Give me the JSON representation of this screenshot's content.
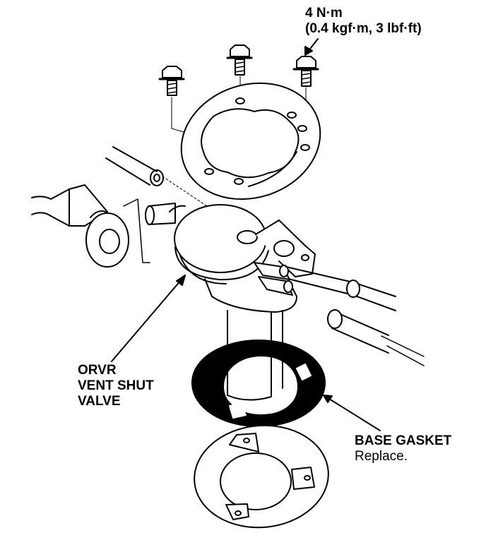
{
  "torque": {
    "value": "4 N·m",
    "conversions": "(0.4 kgf·m, 3 lbf·ft)"
  },
  "valve": {
    "line1": "ORVR",
    "line2": "VENT SHUT",
    "line3": "VALVE"
  },
  "gasket": {
    "name": "BASE GASKET",
    "note": "Replace."
  },
  "colors": {
    "ink": "#000000",
    "paper": "#ffffff"
  }
}
